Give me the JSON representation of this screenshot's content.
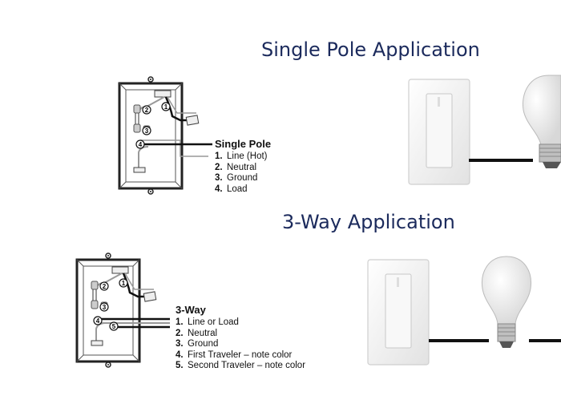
{
  "single_pole": {
    "title": "Single Pole Application",
    "legend_title": "Single Pole",
    "items": [
      {
        "num": "1.",
        "label": "Line (Hot)"
      },
      {
        "num": "2.",
        "label": "Neutral"
      },
      {
        "num": "3.",
        "label": "Ground"
      },
      {
        "num": "4.",
        "label": "Load"
      }
    ],
    "badges": [
      "1",
      "2",
      "3",
      "4"
    ]
  },
  "three_way": {
    "title": "3-Way Application",
    "legend_title": "3-Way",
    "items": [
      {
        "num": "1.",
        "label": "Line or Load"
      },
      {
        "num": "2.",
        "label": "Neutral"
      },
      {
        "num": "3.",
        "label": "Ground"
      },
      {
        "num": "4.",
        "label": "First Traveler – note color"
      },
      {
        "num": "5.",
        "label": "Second Traveler – note color"
      }
    ],
    "badges": [
      "1",
      "2",
      "3",
      "4",
      "5"
    ]
  },
  "colors": {
    "title": "#1b2a5c",
    "wire_black": "#111111",
    "wire_gray": "#9a9a9a",
    "switch_plate": "#f4f4f4"
  },
  "icons": [
    "junction-box-icon",
    "dimmer-switch-icon",
    "light-bulb-icon"
  ]
}
